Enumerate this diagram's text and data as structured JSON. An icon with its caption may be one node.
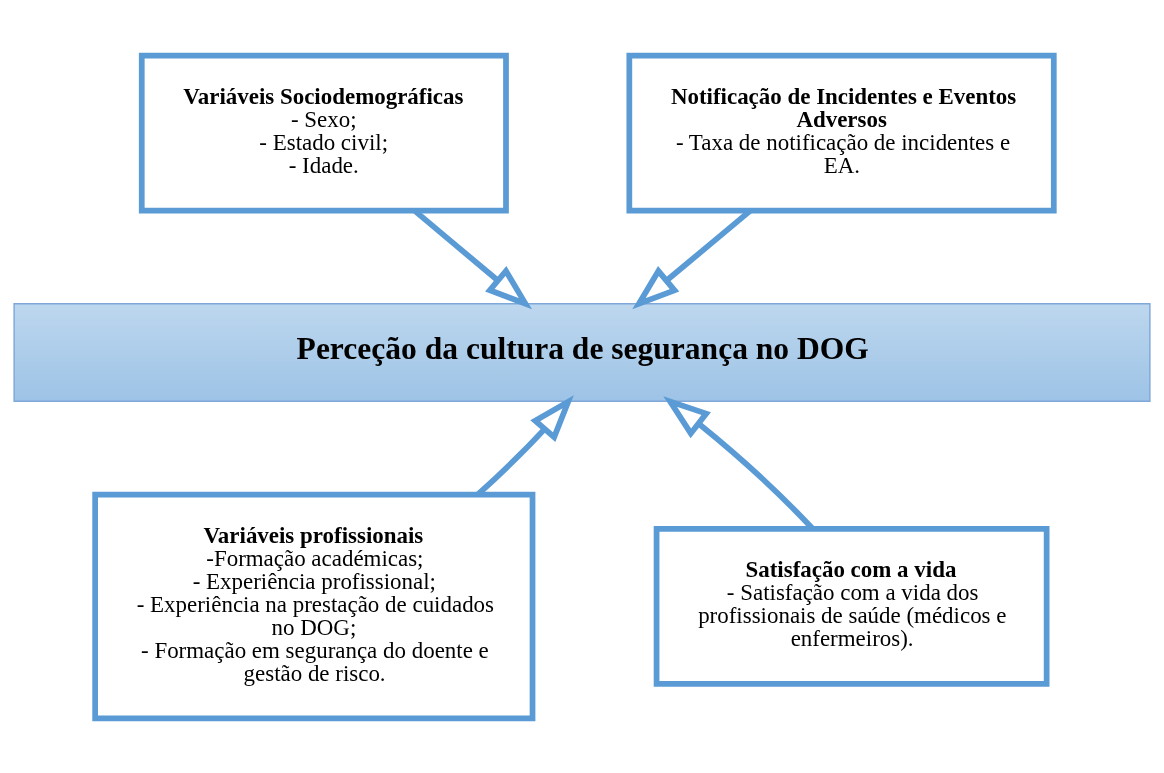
{
  "diagram": {
    "nodes": [
      {
        "text": [
          "Variáveis Sociodemográficas",
          "- Sexo;",
          "- Estado civil;",
          "- Idade."
        ]
      },
      {
        "text": [
          "Notificação de Incidentes e Eventos Adversos",
          "- Taxa de notificação de incidentes e EA."
        ]
      },
      {
        "text": [
          "Perceção da cultura de segurança no DOG"
        ]
      },
      {
        "text": [
          "Variáveis profissionais",
          "-Formação académicas;",
          "- Experiência profissional;",
          "- Experiência na prestação de cuidados no DOG;",
          "- Formação em segurança do doente e gestão de risco."
        ]
      },
      {
        "text": [
          "Satisfação com a vida",
          "- Satisfação com a vida dos profissionais de saúde (médicos e enfermeiros)."
        ]
      }
    ],
    "edges": [
      {
        "from": 0,
        "to": 2,
        "arrow": "to"
      },
      {
        "from": 1,
        "to": 2,
        "arrow": "to"
      },
      {
        "from": 3,
        "to": 2,
        "arrow": "to"
      },
      {
        "from": 4,
        "to": 2,
        "arrow": "to"
      }
    ]
  }
}
